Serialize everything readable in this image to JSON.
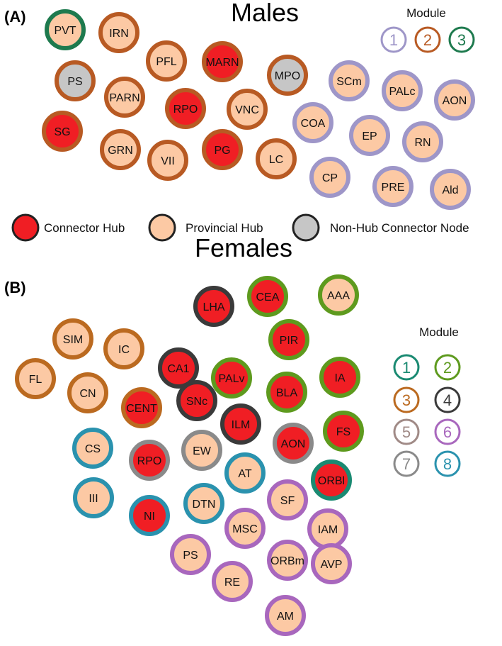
{
  "colors": {
    "connector_fill": "#f01e24",
    "provincial_fill": "#fcc9a4",
    "nonhub_fill": "#c6c6c6"
  },
  "males": {
    "panel_label": "(A)",
    "title": "Males",
    "module_title": "Module",
    "modules": [
      {
        "id": "1",
        "color": "#9e96c8"
      },
      {
        "id": "2",
        "color": "#b85a23"
      },
      {
        "id": "3",
        "color": "#1e7a4e"
      }
    ],
    "nodes": [
      {
        "label": "PVT",
        "fill": "provincial",
        "module": "3"
      },
      {
        "label": "IRN",
        "fill": "provincial",
        "module": "2"
      },
      {
        "label": "PFL",
        "fill": "provincial",
        "module": "2"
      },
      {
        "label": "MARN",
        "fill": "connector",
        "module": "2"
      },
      {
        "label": "PS",
        "fill": "nonhub",
        "module": "2"
      },
      {
        "label": "MPO",
        "fill": "nonhub",
        "module": "2"
      },
      {
        "label": "PARN",
        "fill": "provincial",
        "module": "2"
      },
      {
        "label": "RPO",
        "fill": "connector",
        "module": "2"
      },
      {
        "label": "VNC",
        "fill": "provincial",
        "module": "2"
      },
      {
        "label": "SG",
        "fill": "connector",
        "module": "2"
      },
      {
        "label": "GRN",
        "fill": "provincial",
        "module": "2"
      },
      {
        "label": "VII",
        "fill": "provincial",
        "module": "2"
      },
      {
        "label": "PG",
        "fill": "connector",
        "module": "2"
      },
      {
        "label": "LC",
        "fill": "provincial",
        "module": "2"
      },
      {
        "label": "SCm",
        "fill": "provincial",
        "module": "1"
      },
      {
        "label": "PALc",
        "fill": "provincial",
        "module": "1"
      },
      {
        "label": "AON",
        "fill": "provincial",
        "module": "1"
      },
      {
        "label": "COA",
        "fill": "provincial",
        "module": "1"
      },
      {
        "label": "EP",
        "fill": "provincial",
        "module": "1"
      },
      {
        "label": "RN",
        "fill": "provincial",
        "module": "1"
      },
      {
        "label": "CP",
        "fill": "provincial",
        "module": "1"
      },
      {
        "label": "PRE",
        "fill": "provincial",
        "module": "1"
      },
      {
        "label": "Ald",
        "fill": "provincial",
        "module": "1"
      }
    ]
  },
  "legend": {
    "connector": "Connector Hub",
    "provincial": "Provincial Hub",
    "nonhub": "Non-Hub Connector Node"
  },
  "females": {
    "panel_label": "(B)",
    "title": "Females",
    "module_title": "Module",
    "modules": [
      {
        "id": "1",
        "color": "#1a8a72"
      },
      {
        "id": "2",
        "color": "#5e9a1e"
      },
      {
        "id": "3",
        "color": "#bb6a20"
      },
      {
        "id": "4",
        "color": "#3a3a3a"
      },
      {
        "id": "5",
        "color": "#a08a86"
      },
      {
        "id": "6",
        "color": "#a867bd"
      },
      {
        "id": "7",
        "color": "#8a8a8a"
      },
      {
        "id": "8",
        "color": "#2a92ae"
      }
    ],
    "nodes": [
      {
        "label": "LHA",
        "fill": "connector",
        "module": "4"
      },
      {
        "label": "CEA",
        "fill": "connector",
        "module": "2"
      },
      {
        "label": "AAA",
        "fill": "provincial",
        "module": "2"
      },
      {
        "label": "SIM",
        "fill": "provincial",
        "module": "3"
      },
      {
        "label": "IC",
        "fill": "provincial",
        "module": "3"
      },
      {
        "label": "CA1",
        "fill": "connector",
        "module": "4"
      },
      {
        "label": "PALv",
        "fill": "connector",
        "module": "2"
      },
      {
        "label": "PIR",
        "fill": "connector",
        "module": "2"
      },
      {
        "label": "FL",
        "fill": "provincial",
        "module": "3"
      },
      {
        "label": "CN",
        "fill": "provincial",
        "module": "3"
      },
      {
        "label": "IA",
        "fill": "connector",
        "module": "2"
      },
      {
        "label": "BLA",
        "fill": "connector",
        "module": "2"
      },
      {
        "label": "SNc",
        "fill": "connector",
        "module": "4"
      },
      {
        "label": "CENT",
        "fill": "connector",
        "module": "3"
      },
      {
        "label": "ILM",
        "fill": "connector",
        "module": "4"
      },
      {
        "label": "FS",
        "fill": "connector",
        "module": "2"
      },
      {
        "label": "CS",
        "fill": "provincial",
        "module": "8"
      },
      {
        "label": "RPO",
        "fill": "connector",
        "module": "7"
      },
      {
        "label": "EW",
        "fill": "provincial",
        "module": "7"
      },
      {
        "label": "AON",
        "fill": "connector",
        "module": "7"
      },
      {
        "label": "AT",
        "fill": "provincial",
        "module": "8"
      },
      {
        "label": "ORBl",
        "fill": "connector",
        "module": "1"
      },
      {
        "label": "III",
        "fill": "provincial",
        "module": "8"
      },
      {
        "label": "NI",
        "fill": "connector",
        "module": "8"
      },
      {
        "label": "DTN",
        "fill": "provincial",
        "module": "8"
      },
      {
        "label": "SF",
        "fill": "provincial",
        "module": "6"
      },
      {
        "label": "MSC",
        "fill": "provincial",
        "module": "6"
      },
      {
        "label": "IAM",
        "fill": "provincial",
        "module": "6"
      },
      {
        "label": "PS",
        "fill": "provincial",
        "module": "6"
      },
      {
        "label": "ORBm",
        "fill": "provincial",
        "module": "6"
      },
      {
        "label": "RE",
        "fill": "provincial",
        "module": "6"
      },
      {
        "label": "AVP",
        "fill": "provincial",
        "module": "6"
      },
      {
        "label": "AM",
        "fill": "provincial",
        "module": "6"
      }
    ]
  }
}
